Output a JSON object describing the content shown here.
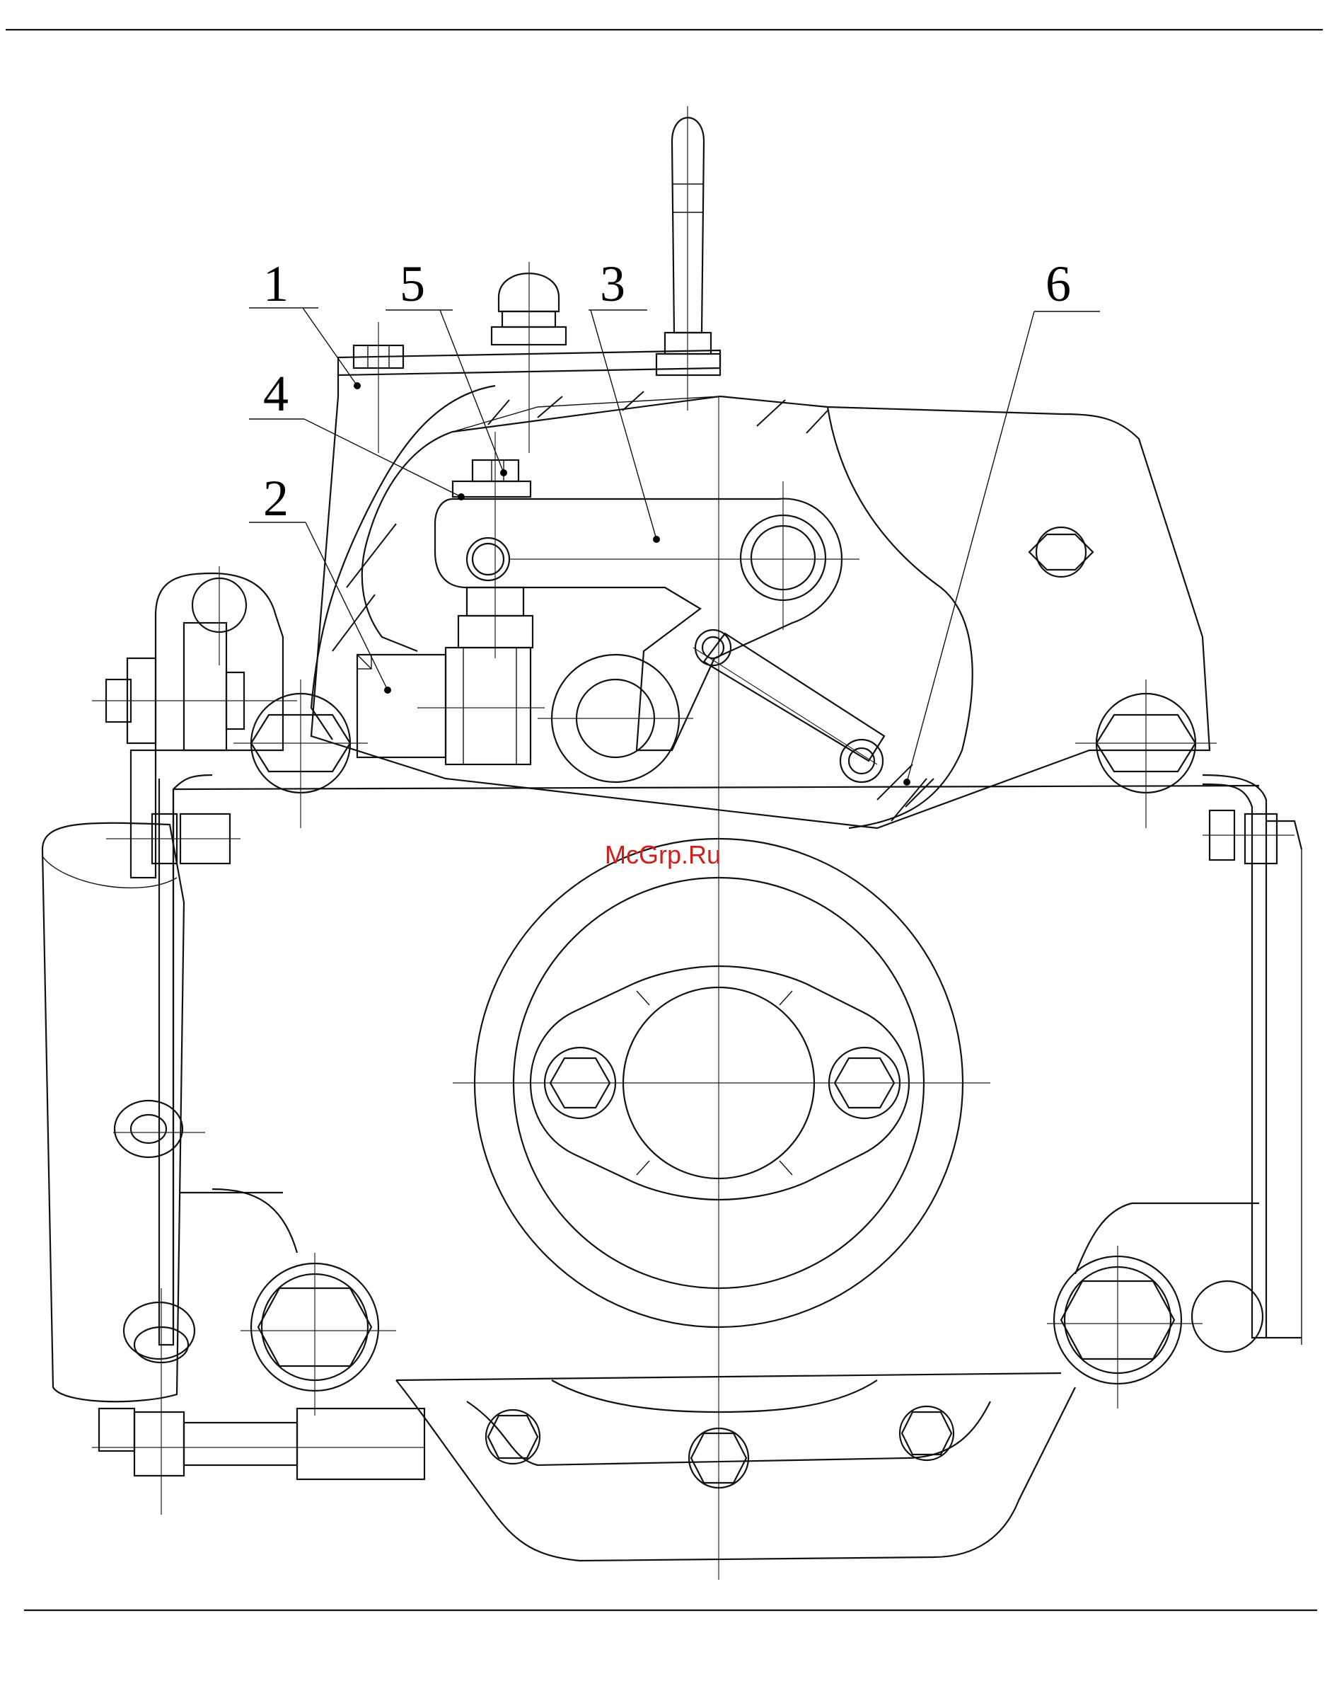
{
  "watermark": "McGrp.Ru",
  "callouts": [
    {
      "id": "1",
      "label": "1"
    },
    {
      "id": "2",
      "label": "2"
    },
    {
      "id": "3",
      "label": "3"
    },
    {
      "id": "4",
      "label": "4"
    },
    {
      "id": "5",
      "label": "5"
    },
    {
      "id": "6",
      "label": "6"
    }
  ]
}
